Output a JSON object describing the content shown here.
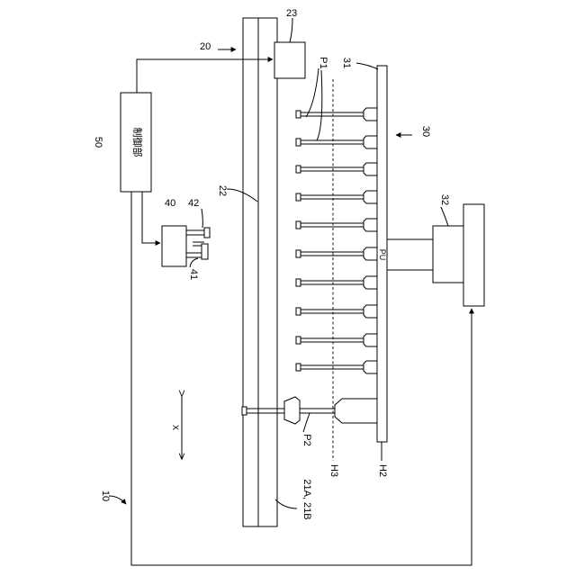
{
  "labels": {
    "ref_10": "10",
    "ref_20": "20",
    "ref_21": "21A, 21B",
    "ref_22": "22",
    "ref_23": "23",
    "ref_30": "30",
    "ref_31": "31",
    "ref_32": "32",
    "ref_40": "40",
    "ref_41": "41",
    "ref_42": "42",
    "ref_50": "50",
    "ref_p1": "P1",
    "ref_p2": "P2",
    "ref_h2": "H2",
    "ref_h3": "H3",
    "ref_pu": "PU",
    "axis_x": "X",
    "controller": "制御部"
  },
  "pins_y": [
    127,
    158,
    188,
    219,
    250,
    282,
    314,
    346,
    378,
    408
  ]
}
